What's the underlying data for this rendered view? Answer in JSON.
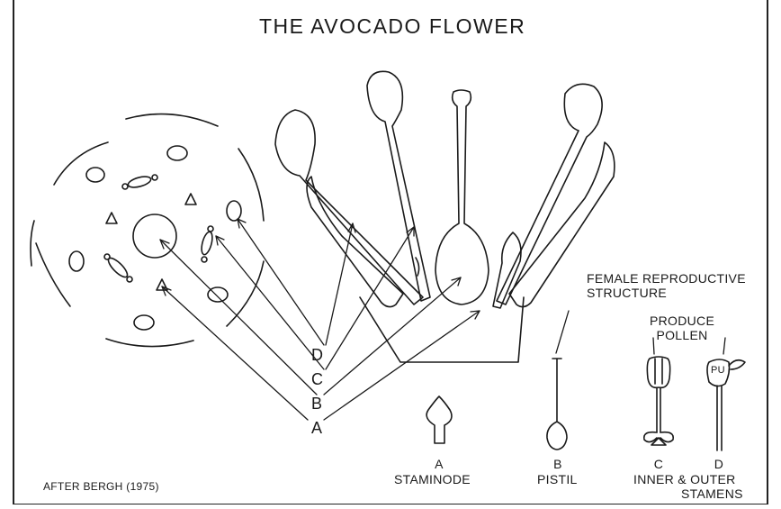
{
  "title": "THE AVOCADO FLOWER",
  "citation": "AFTER BERGH (1975)",
  "floral_diagram_letters": [
    "D",
    "C",
    "B",
    "A"
  ],
  "callouts": {
    "female": "FEMALE REPRODUCTIVE STRUCTURE",
    "pollen": "PRODUCE POLLEN"
  },
  "parts": {
    "a": {
      "letter": "A",
      "name": "STAMINODE"
    },
    "b": {
      "letter": "B",
      "name": "PISTIL"
    },
    "c": {
      "letter": "C"
    },
    "d": {
      "letter": "D"
    },
    "stamens_line1": "INNER & OUTER",
    "stamens_line2": "STAMENS"
  },
  "anther_text": "PU",
  "colors": {
    "ink": "#1a1a1a",
    "paper": "#ffffff"
  }
}
